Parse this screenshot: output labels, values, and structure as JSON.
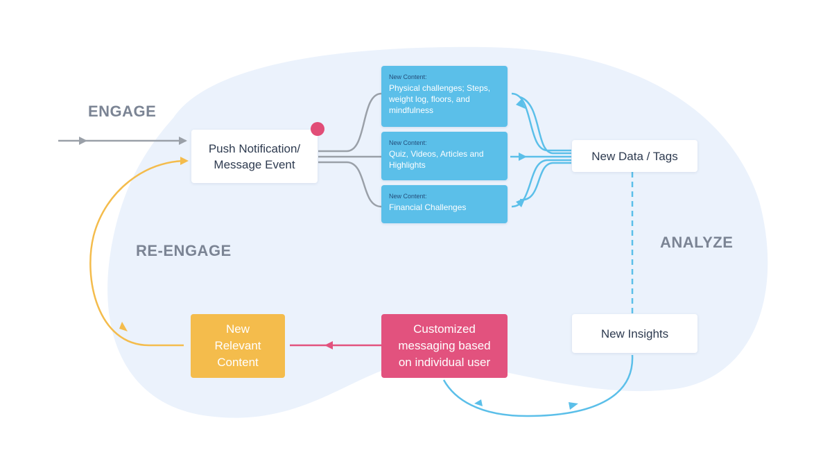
{
  "stages": {
    "engage": "ENGAGE",
    "re_engage": "RE-ENGAGE",
    "analyze": "ANALYZE"
  },
  "push_event": "Push Notification/ Message Event",
  "content_boxes": [
    {
      "heading": "New Content:",
      "body": "Physical challenges; Steps, weight log, floors, and mindfulness"
    },
    {
      "heading": "New Content:",
      "body": "Quiz, Videos, Articles and Highlights"
    },
    {
      "heading": "New Content:",
      "body": "Financial Challenges"
    }
  ],
  "new_data_tags": "New Data / Tags",
  "new_insights": "New Insights",
  "customized_messaging": "Customized messaging based on individual user",
  "new_relevant_content": "New Relevant Content",
  "colors": {
    "blob": "#ebf2fc",
    "accent_blue": "#5bbfe9",
    "accent_pink": "#e2527e",
    "accent_yellow": "#f4bc4c",
    "gray_line": "#9aa0a8",
    "label_gray": "#7b8494"
  }
}
